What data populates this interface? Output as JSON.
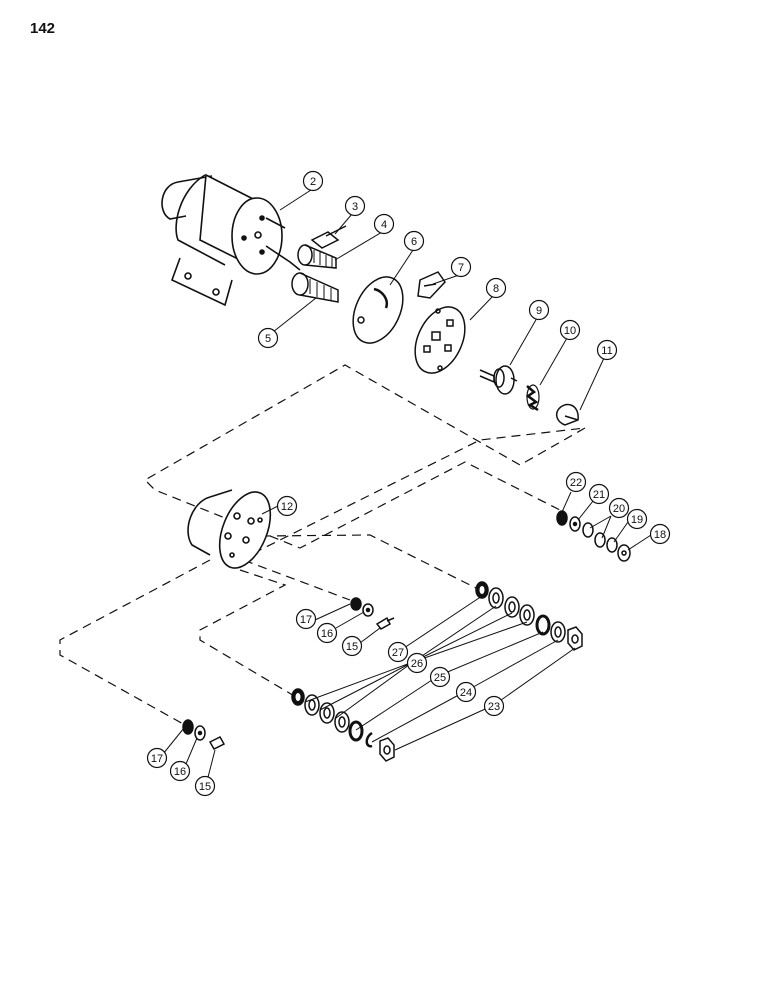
{
  "page": {
    "number": "142"
  },
  "callouts": [
    {
      "id": "c2",
      "label": "2"
    },
    {
      "id": "c3",
      "label": "3"
    },
    {
      "id": "c4",
      "label": "4"
    },
    {
      "id": "c5",
      "label": "5"
    },
    {
      "id": "c6",
      "label": "6"
    },
    {
      "id": "c7",
      "label": "7"
    },
    {
      "id": "c8",
      "label": "8"
    },
    {
      "id": "c9",
      "label": "9"
    },
    {
      "id": "c10",
      "label": "10"
    },
    {
      "id": "c11",
      "label": "11"
    },
    {
      "id": "c12",
      "label": "12"
    },
    {
      "id": "c15a",
      "label": "15"
    },
    {
      "id": "c16a",
      "label": "16"
    },
    {
      "id": "c17a",
      "label": "17"
    },
    {
      "id": "c18",
      "label": "18"
    },
    {
      "id": "c19",
      "label": "19"
    },
    {
      "id": "c20",
      "label": "20"
    },
    {
      "id": "c21",
      "label": "21"
    },
    {
      "id": "c22",
      "label": "22"
    },
    {
      "id": "c23",
      "label": "23"
    },
    {
      "id": "c24",
      "label": "24"
    },
    {
      "id": "c25",
      "label": "25"
    },
    {
      "id": "c26",
      "label": "26"
    },
    {
      "id": "c27",
      "label": "27"
    },
    {
      "id": "c15b",
      "label": "15"
    },
    {
      "id": "c16b",
      "label": "16"
    },
    {
      "id": "c17b",
      "label": "17"
    }
  ]
}
